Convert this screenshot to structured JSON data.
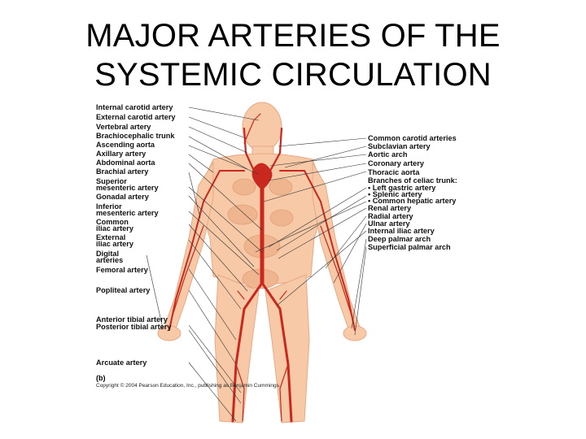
{
  "title": {
    "line1": "MAJOR ARTERIES OF THE",
    "line2": "SYSTEMIC CIRCULATION"
  },
  "labels_left": [
    "Internal carotid artery",
    "External carotid artery",
    "Vertebral artery",
    "Brachiocephalic trunk",
    "Ascending aorta",
    "Axillary artery",
    "Abdominal aorta",
    "Brachial artery",
    "Superior",
    "mesenteric artery",
    "Gonadal artery",
    "Inferior",
    "mesenteric artery",
    "Common",
    "iliac artery",
    "External",
    "iliac artery",
    "Digital",
    "arteries",
    "Femoral artery",
    "Popliteal artery",
    "Anterior tibial artery",
    "Posterior tibial artery",
    "Arcuate artery"
  ],
  "labels_right": [
    "Common carotid arteries",
    "Subclavian artery",
    "Aortic arch",
    "Coronary artery",
    "Thoracic aorta",
    "Branches of celiac trunk:",
    "• Left gastric artery",
    "• Splenic artery",
    "• Common hepatic artery",
    "Renal artery",
    "Radial artery",
    "Ulnar artery",
    "Internal iliac artery",
    "Deep palmar arch",
    "Superficial palmar arch"
  ],
  "panel_letter": "(b)",
  "credit": "Copyright © 2004 Pearson Education, Inc., publishing as Benjamin Cummings.",
  "colors": {
    "skin": "#f7c9a6",
    "skin_shade": "#efb58e",
    "artery": "#c8281e",
    "leader": "#333333"
  }
}
